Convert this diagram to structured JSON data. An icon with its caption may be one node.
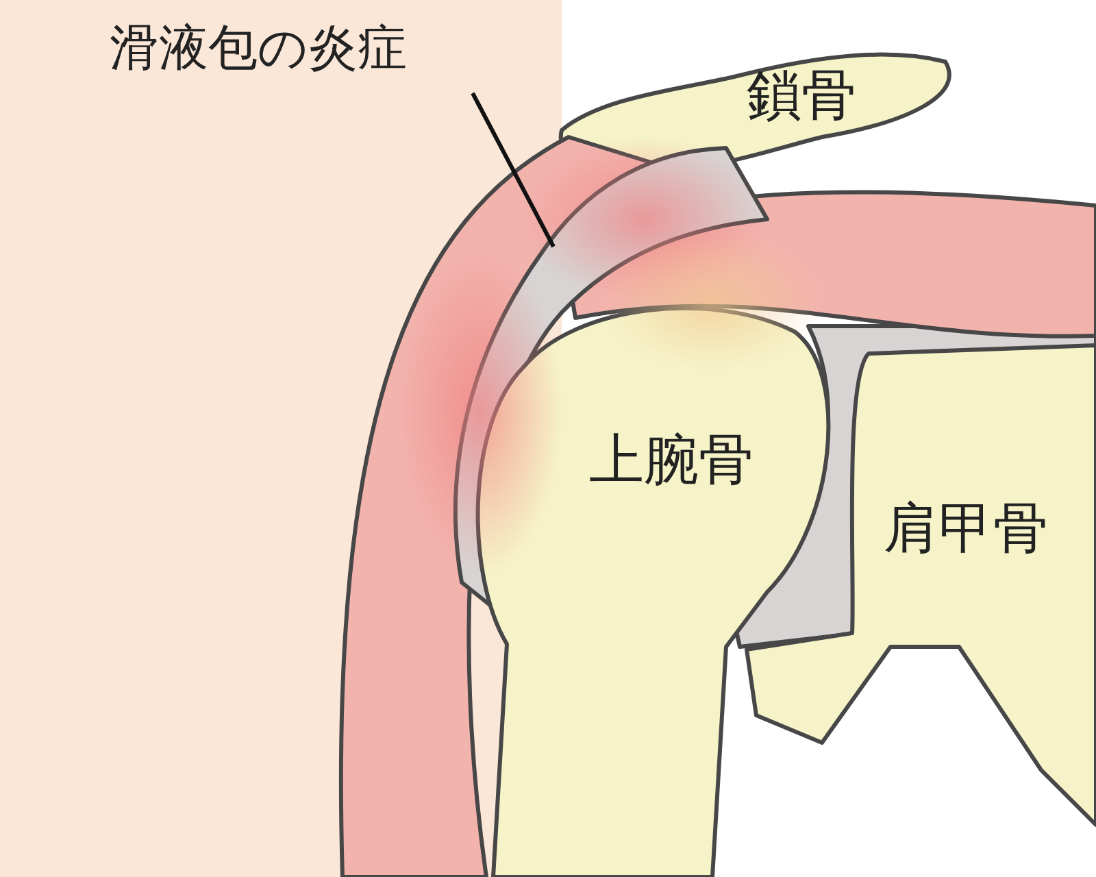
{
  "diagram": {
    "nodes": [
      {
        "text": [
          "滑液包の炎症"
        ]
      },
      {
        "text": [],
        "shape": "picture"
      }
    ],
    "edges": [
      {
        "from": 0,
        "to": 1,
        "arrow": "none"
      }
    ],
    "labels": [
      "鎖骨",
      "上腕骨",
      "肩甲骨"
    ]
  }
}
